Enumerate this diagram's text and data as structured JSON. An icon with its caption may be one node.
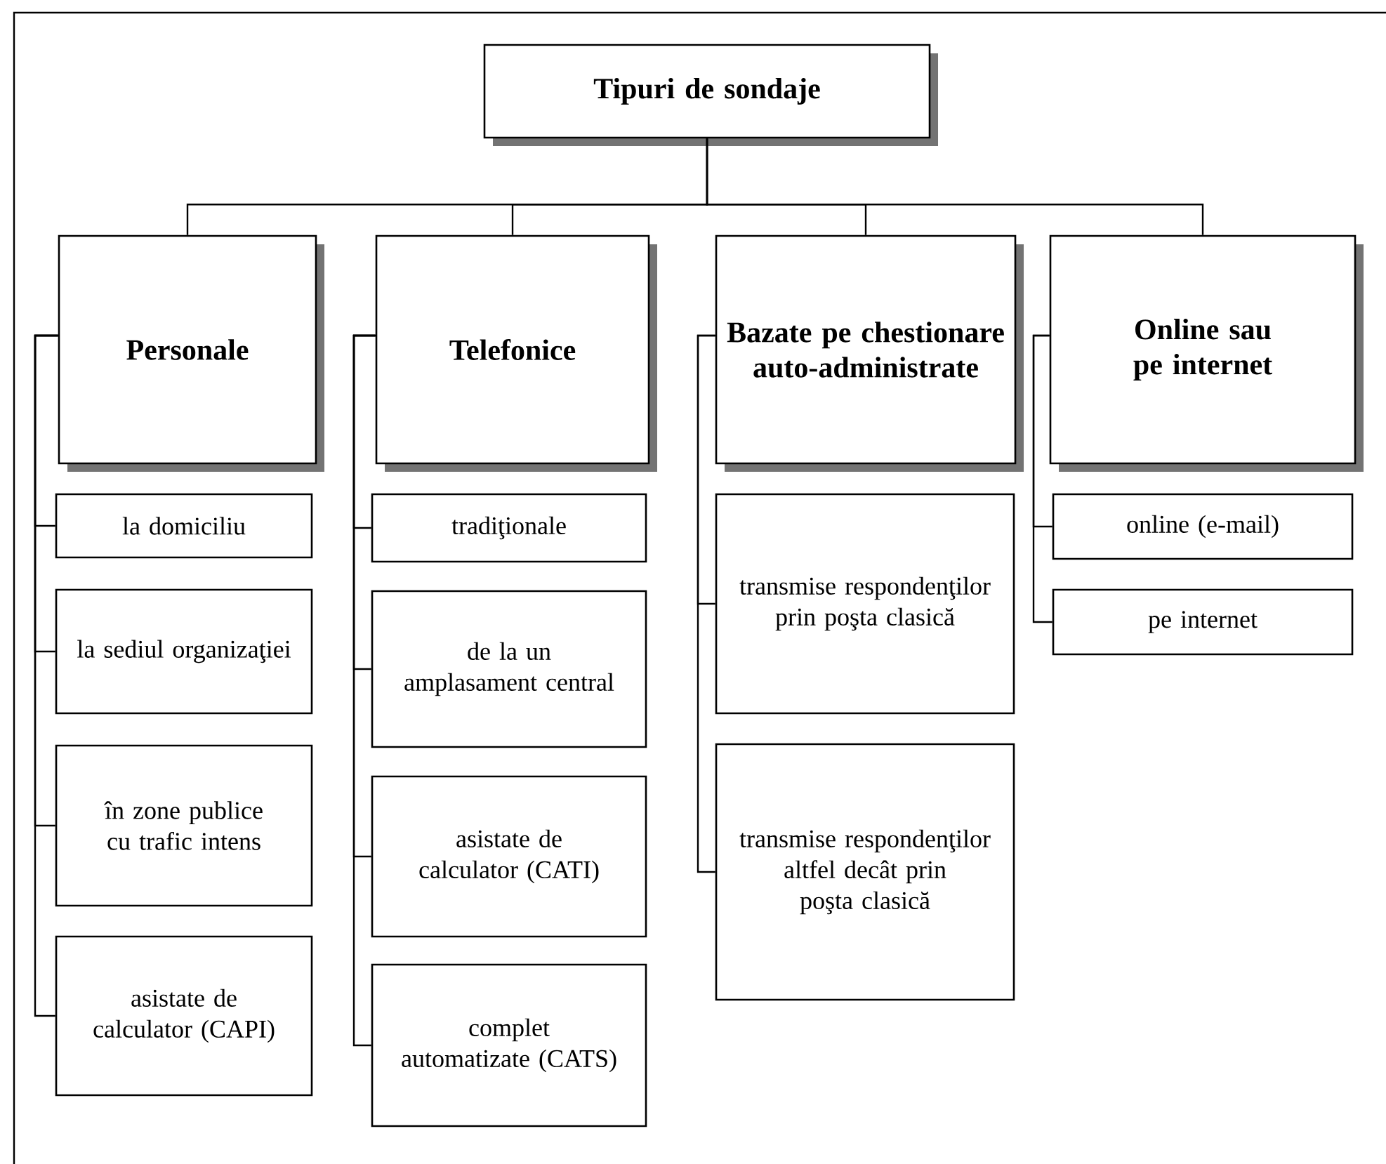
{
  "diagram": {
    "nodes": [
      {
        "text": [
          "Tipuri de sondaje"
        ]
      },
      {
        "text": [
          "Personale"
        ]
      },
      {
        "text": [
          "Telefonice"
        ]
      },
      {
        "text": [
          "Bazate pe chestionare auto-administrate"
        ]
      },
      {
        "text": [
          "Online sau pe internet"
        ]
      },
      {
        "text": [
          "la domiciliu"
        ]
      },
      {
        "text": [
          "la sediul organizaţiei"
        ]
      },
      {
        "text": [
          "în zone publice cu trafic intens"
        ]
      },
      {
        "text": [
          "asistate de calculator (CAPI)"
        ]
      },
      {
        "text": [
          "tradiţionale"
        ]
      },
      {
        "text": [
          "de la un amplasament central"
        ]
      },
      {
        "text": [
          "asistate de calculator (CATI)"
        ]
      },
      {
        "text": [
          "complet automatizate (CATS)"
        ]
      },
      {
        "text": [
          "transmise respondenţilor prin poşta clasică"
        ]
      },
      {
        "text": [
          "transmise respondenţilor altfel decât prin poşta clasică"
        ]
      },
      {
        "text": [
          "online (e-mail)"
        ]
      },
      {
        "text": [
          "pe internet"
        ]
      }
    ],
    "edges": [
      {
        "from": 0,
        "to": 1,
        "arrow": "none"
      },
      {
        "from": 0,
        "to": 2,
        "arrow": "none"
      },
      {
        "from": 0,
        "to": 3,
        "arrow": "none"
      },
      {
        "from": 0,
        "to": 4,
        "arrow": "none"
      },
      {
        "from": 1,
        "to": 5,
        "arrow": "none"
      },
      {
        "from": 1,
        "to": 6,
        "arrow": "none"
      },
      {
        "from": 1,
        "to": 7,
        "arrow": "none"
      },
      {
        "from": 1,
        "to": 8,
        "arrow": "none"
      },
      {
        "from": 2,
        "to": 9,
        "arrow": "none"
      },
      {
        "from": 2,
        "to": 10,
        "arrow": "none"
      },
      {
        "from": 2,
        "to": 11,
        "arrow": "none"
      },
      {
        "from": 2,
        "to": 12,
        "arrow": "none"
      },
      {
        "from": 3,
        "to": 13,
        "arrow": "none"
      },
      {
        "from": 3,
        "to": 14,
        "arrow": "none"
      },
      {
        "from": 4,
        "to": 15,
        "arrow": "none"
      },
      {
        "from": 4,
        "to": 16,
        "arrow": "none"
      }
    ]
  }
}
